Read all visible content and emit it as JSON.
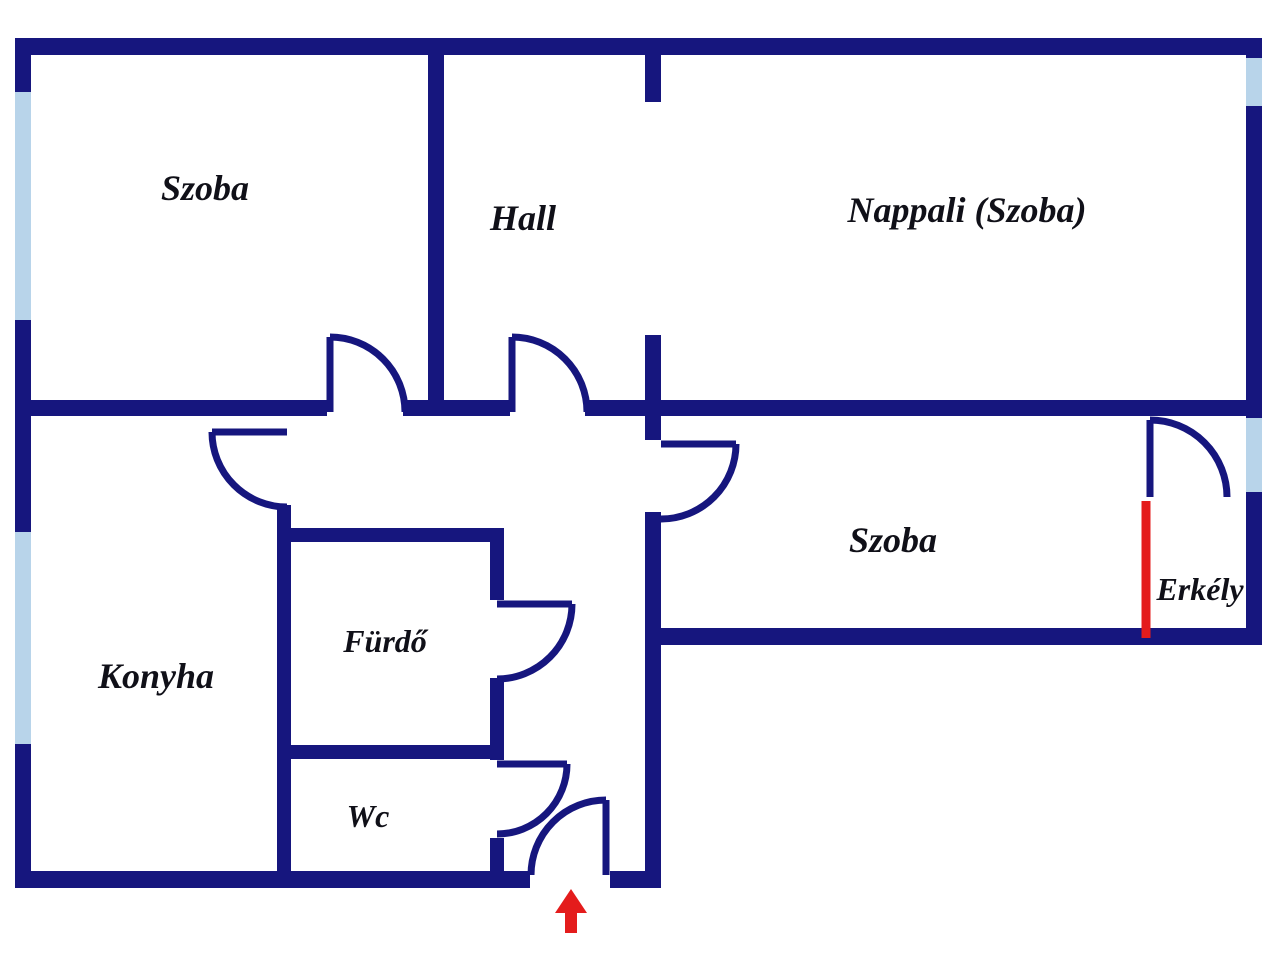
{
  "colors": {
    "wall": "#16167e",
    "window": "#b8d4ea",
    "accent": "#e41c1c",
    "label": "#101018",
    "background": "#ffffff"
  },
  "floor_plan": {
    "labels": {
      "szoba_top_left": "Szoba",
      "hall": "Hall",
      "nappali": "Nappali (Szoba)",
      "szoba_bottom": "Szoba",
      "erkely": "Erkély",
      "konyha": "Konyha",
      "furdo": "Fürdő",
      "wc": "Wc"
    }
  }
}
